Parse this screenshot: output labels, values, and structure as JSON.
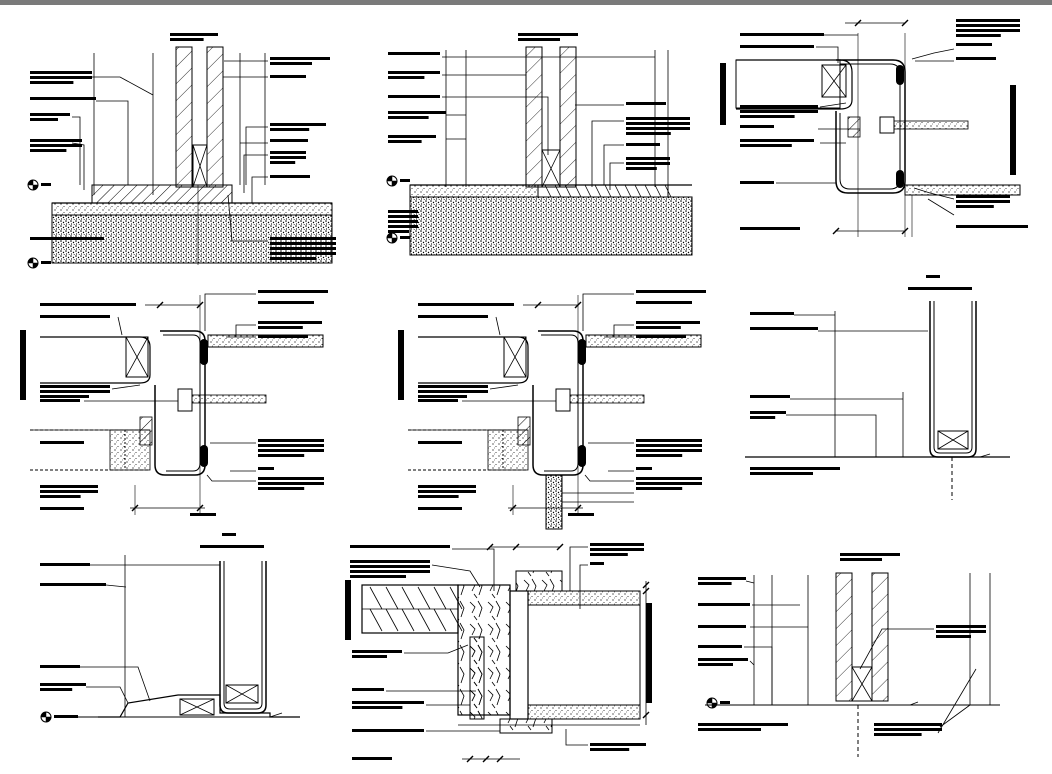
{
  "sheet": {
    "title": "",
    "colors": {
      "ink": "#000000",
      "background": "#ffffff",
      "topbar": "#7a7a7a"
    }
  },
  "details": [
    {
      "id": "d1",
      "kind": "wall-base-on-slab"
    },
    {
      "id": "d2",
      "kind": "wall-base-tiled-floor"
    },
    {
      "id": "d3",
      "kind": "door-frame-plan"
    },
    {
      "id": "d4",
      "kind": "door-frame-plan-infill"
    },
    {
      "id": "d5",
      "kind": "door-frame-plan-infill-finish"
    },
    {
      "id": "d6",
      "kind": "door-leaf-threshold"
    },
    {
      "id": "d7",
      "kind": "door-leaf-ramp-threshold"
    },
    {
      "id": "d8",
      "kind": "stone-frame-section"
    },
    {
      "id": "d9",
      "kind": "wall-base-simple"
    }
  ]
}
